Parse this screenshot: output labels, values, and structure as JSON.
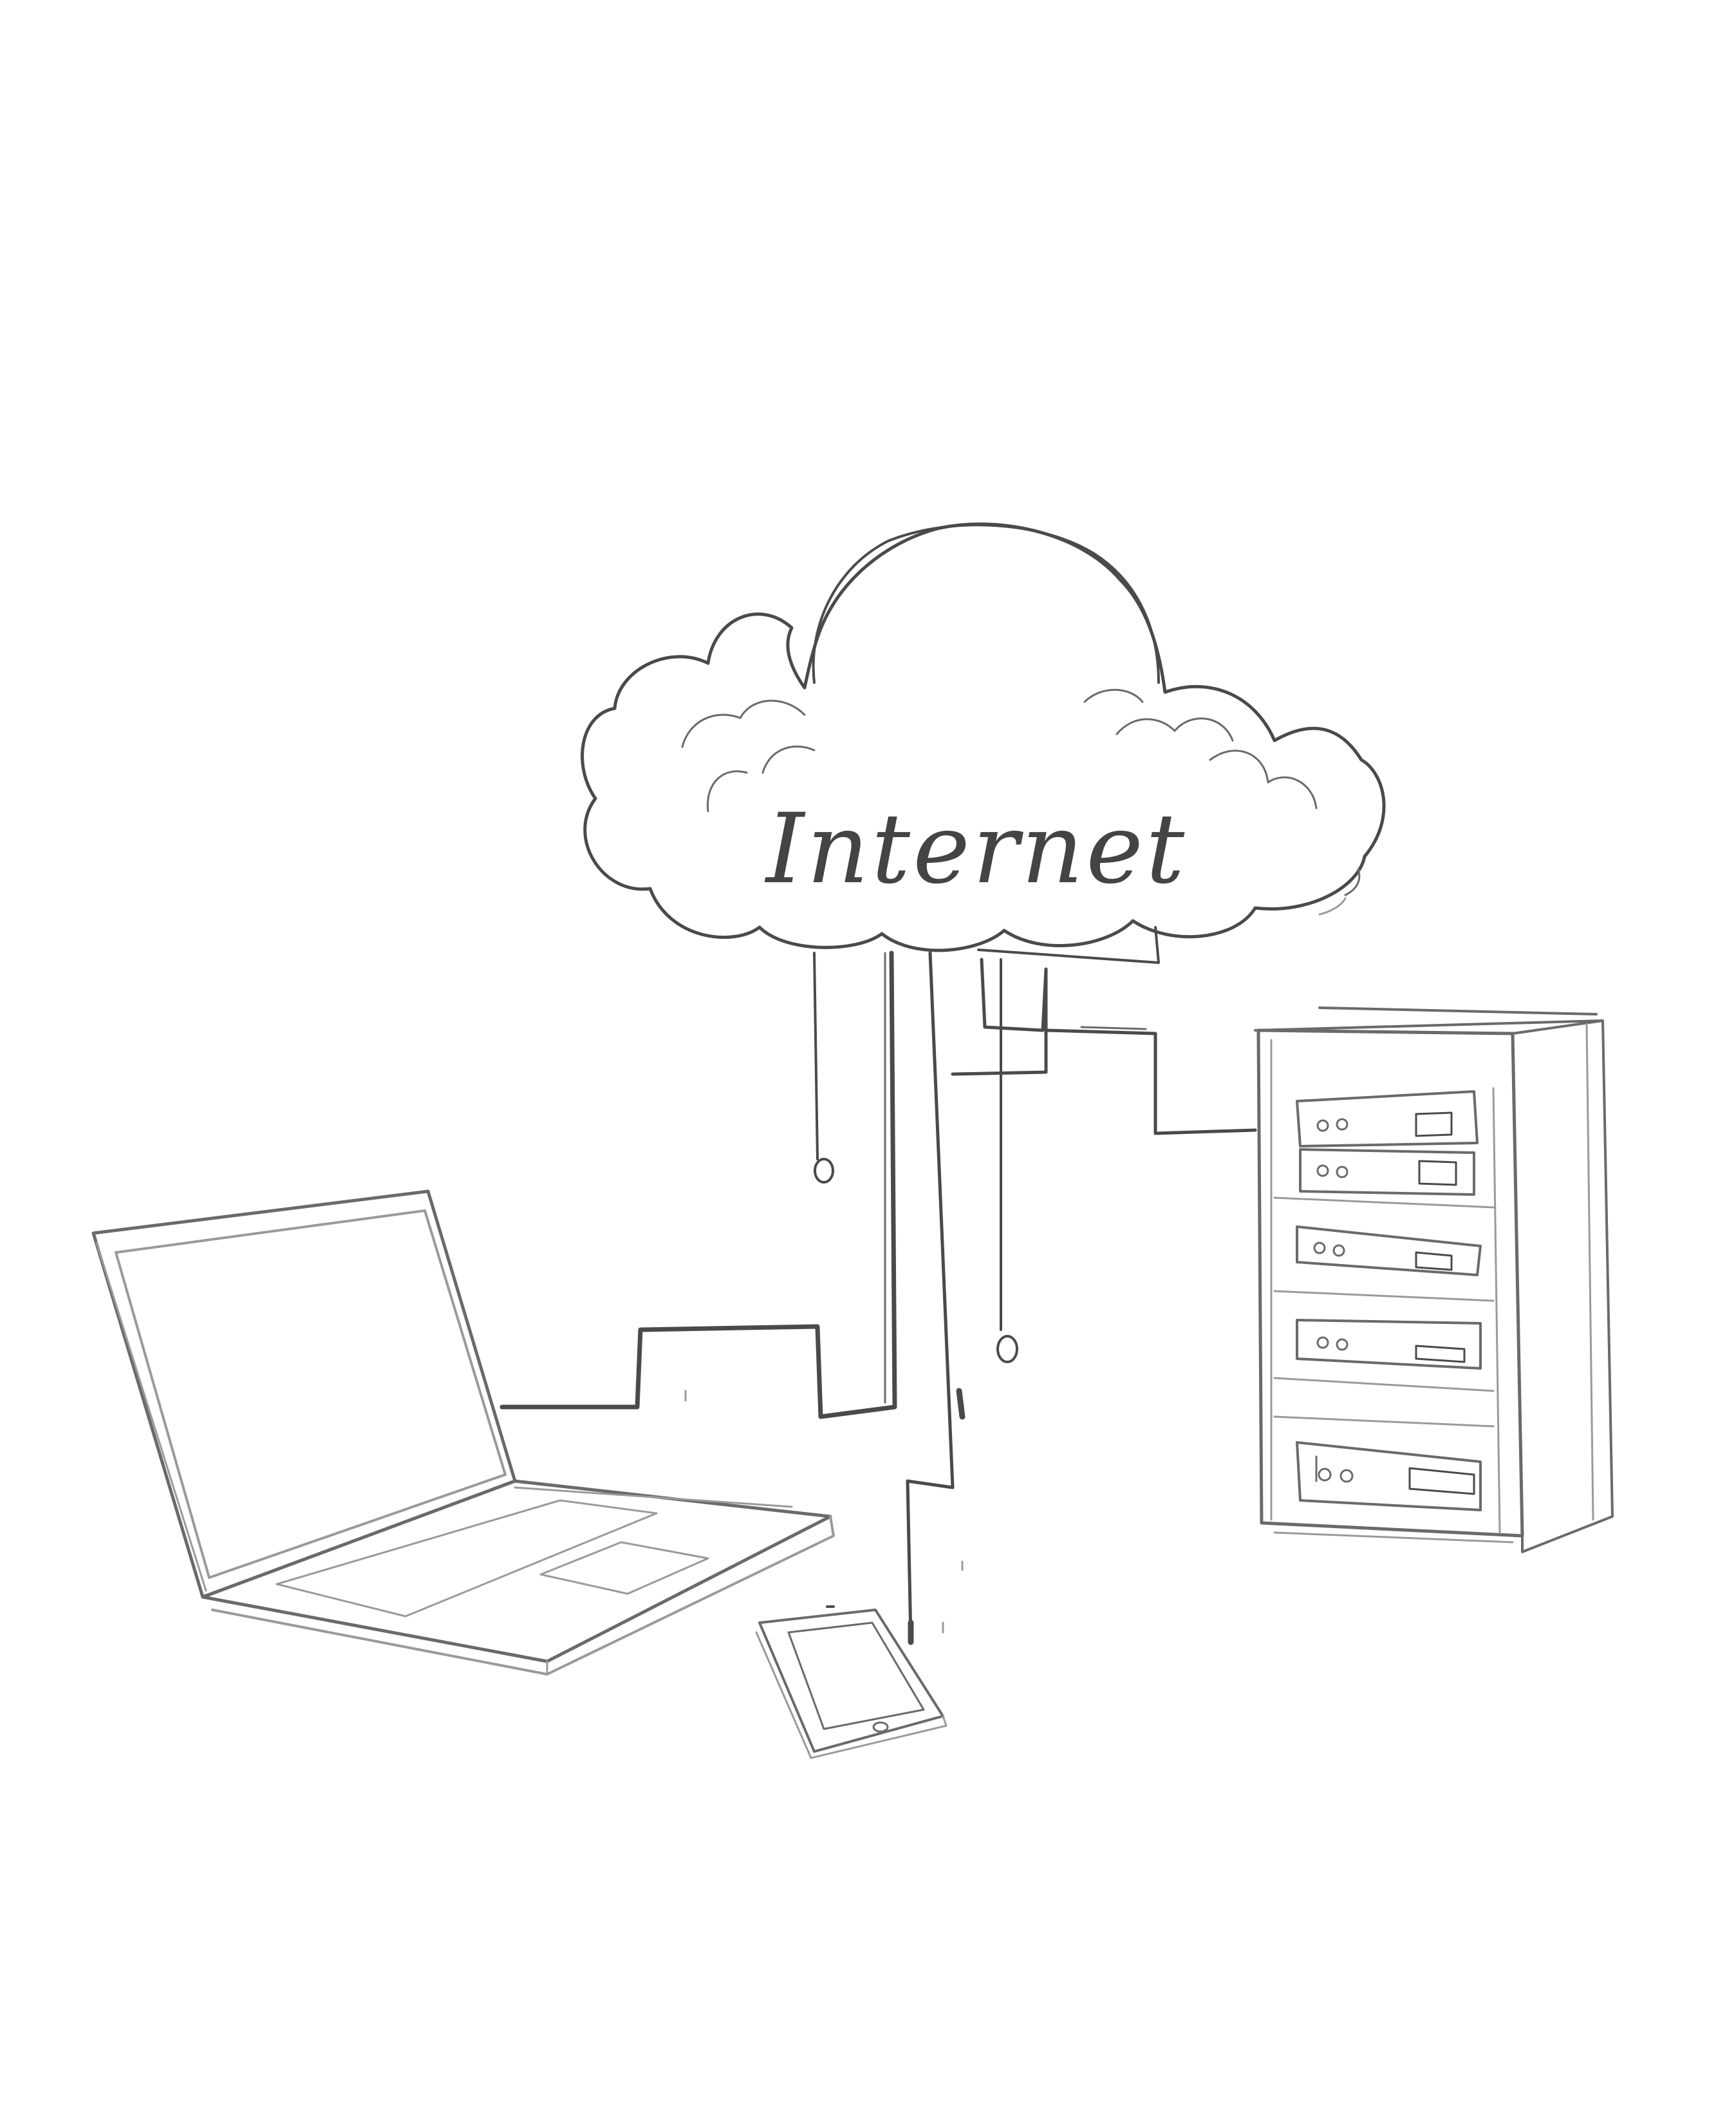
{
  "diagram": {
    "cloud": {
      "label": "Internet",
      "icon": "cloud-icon"
    },
    "devices": [
      {
        "id": "laptop",
        "icon": "laptop-icon"
      },
      {
        "id": "tablet",
        "icon": "tablet-icon"
      },
      {
        "id": "server",
        "icon": "server-rack-icon"
      }
    ],
    "colors": {
      "background": "#ffffff",
      "ink": "#4a4a4a",
      "ink_light": "#9a9a9a"
    }
  }
}
